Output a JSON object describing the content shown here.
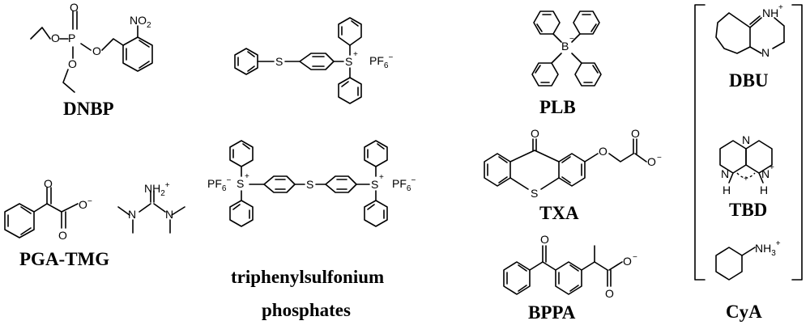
{
  "compounds": {
    "dnbp": {
      "name": "DNBP",
      "atoms": {
        "p": "P",
        "o": "O",
        "no2_main": "NO",
        "no2_sub": "2"
      }
    },
    "pga_tmg": {
      "name": "PGA-TMG",
      "atoms": {
        "o": "O",
        "nh_main": "NH",
        "nh_sub": "2",
        "nh_sup": "+",
        "n": "N",
        "minus": "−"
      }
    },
    "tps_pf6": {
      "atoms": {
        "s": "S",
        "sup_plus": "+",
        "pf_main": "PF",
        "pf_sub": "6",
        "pf_sup": "−"
      }
    },
    "bis_tps": {
      "atoms": {
        "s": "S",
        "sup_plus": "+",
        "pf_main": "PF",
        "pf_sub": "6",
        "pf_sup": "−"
      }
    },
    "tps_label": {
      "line1": "triphenylsulfonium",
      "line2": "phosphates"
    },
    "plb": {
      "name": "PLB",
      "atoms": {
        "b": "B",
        "b_sup": "−"
      }
    },
    "txa": {
      "name": "TXA",
      "atoms": {
        "o": "O",
        "s": "S",
        "minus": "−"
      }
    },
    "bppa": {
      "name": "BPPA",
      "atoms": {
        "o": "O",
        "minus": "−"
      }
    },
    "dbu": {
      "name": "DBU",
      "atoms": {
        "nh": "NH",
        "n": "N",
        "plus": "+"
      }
    },
    "tbd": {
      "name": "TBD",
      "atoms": {
        "n": "N",
        "h": "H",
        "plus": "+"
      }
    },
    "cya": {
      "name": "CyA",
      "atoms": {
        "nh_main": "NH",
        "nh_sub": "3",
        "nh_sup": "+"
      }
    }
  }
}
